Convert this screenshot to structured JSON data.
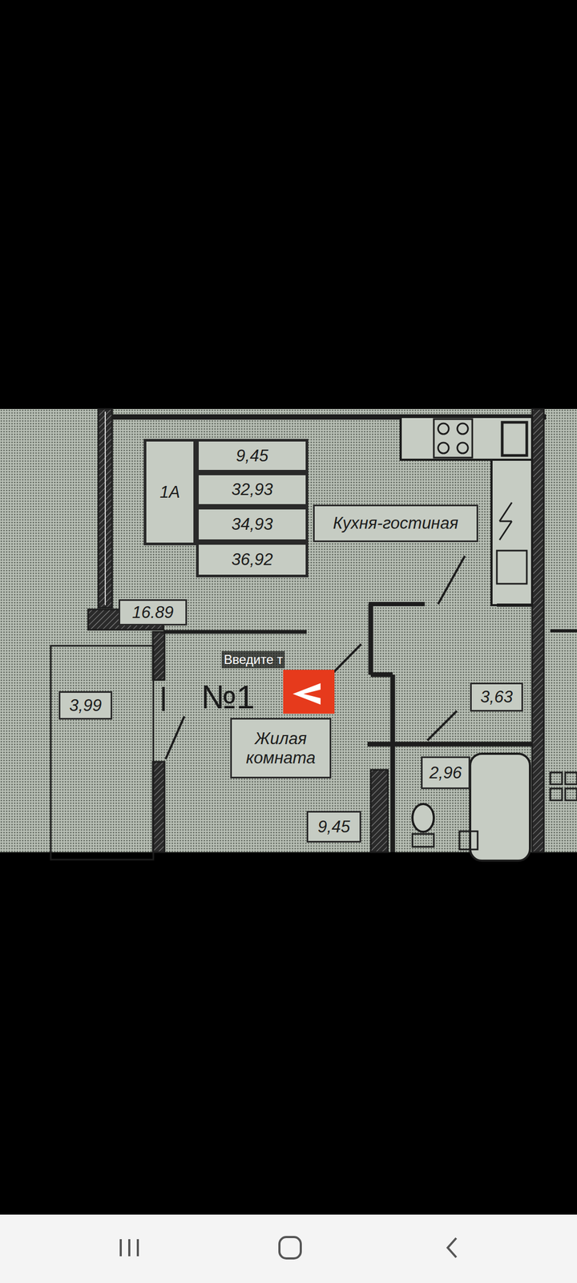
{
  "diagram": {
    "nodes": [
      {
        "text": [
          "1А"
        ]
      },
      {
        "text": [
          "9,45"
        ]
      },
      {
        "text": [
          "32,93"
        ]
      },
      {
        "text": [
          "34,93"
        ]
      },
      {
        "text": [
          "36,92"
        ]
      },
      {
        "text": [
          "Кухня-гостиная"
        ]
      },
      {
        "text": [
          "16.89"
        ]
      },
      {
        "text": [
          "3,99"
        ]
      },
      {
        "text": [
          "Жилая комната"
        ]
      },
      {
        "text": [
          "3,63"
        ]
      },
      {
        "text": [
          "2,96"
        ]
      },
      {
        "text": [
          "9,45"
        ]
      }
    ],
    "labels": [
      "№1",
      "Введите т"
    ]
  }
}
